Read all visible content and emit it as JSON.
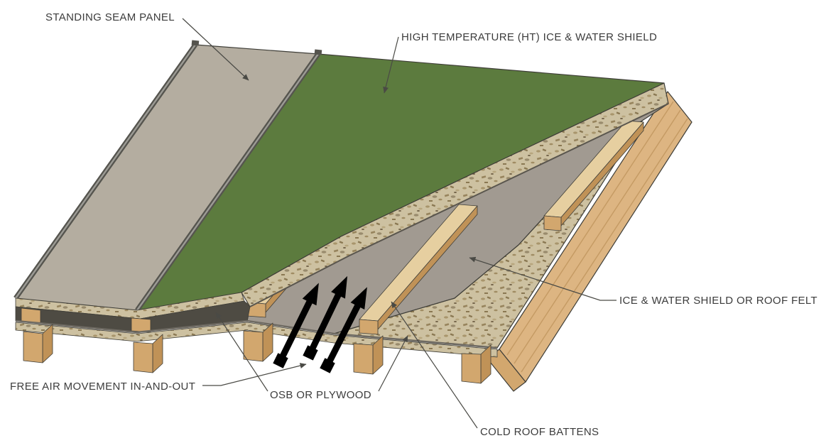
{
  "diagram": {
    "type": "roof-assembly-cutaway",
    "labels": {
      "standing_seam_panel": "STANDING SEAM PANEL",
      "ht_shield": "HIGH TEMPERATURE (HT) ICE & WATER SHIELD",
      "ice_water_or_felt": "ICE & WATER SHIELD OR ROOF FELT",
      "free_air": "FREE AIR MOVEMENT IN-AND-OUT",
      "osb": "OSB OR PLYWOOD",
      "battens": "COLD ROOF BATTENS"
    },
    "colors": {
      "panel_gray": "#b4ada0",
      "seam_gray": "#55544e",
      "seam_highlight": "#9c9b95",
      "shield_green": "#5c7b3e",
      "membrane_gray": "#a19a91",
      "osb_base": "#cdc1a1",
      "wood_face": "#d2a76e",
      "wood_side": "#c09257",
      "wood_top": "#e6cfa0",
      "beam_face": "#ddb582",
      "beam_grain": "#c49a63",
      "gap_shadow": "#4e4b43",
      "membrane_edge": "#6e6a62",
      "leader": "#4a4a45",
      "arrow_black": "#000000",
      "label_text": "#3c3c3c"
    }
  }
}
